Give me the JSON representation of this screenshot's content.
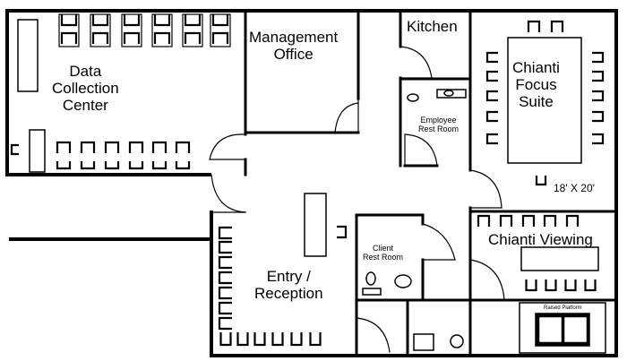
{
  "floor_plan": {
    "rooms": {
      "data_collection": {
        "line1": "Data",
        "line2": "Collection",
        "line3": "Center"
      },
      "management": {
        "line1": "Management",
        "line2": "Office"
      },
      "kitchen": {
        "label": "Kitchen"
      },
      "focus_suite": {
        "line1": "Chianti",
        "line2": "Focus",
        "line3": "Suite"
      },
      "focus_dimensions": "18' X 20'",
      "employee_restroom": {
        "line1": "Employee",
        "line2": "Rest Room"
      },
      "client_restroom": {
        "line1": "Client",
        "line2": "Rest Room"
      },
      "entry": {
        "line1": "Entry /",
        "line2": "Reception"
      },
      "viewing": {
        "label": "Chianti Viewing"
      },
      "platform": {
        "label": "Raised Platform"
      }
    }
  }
}
